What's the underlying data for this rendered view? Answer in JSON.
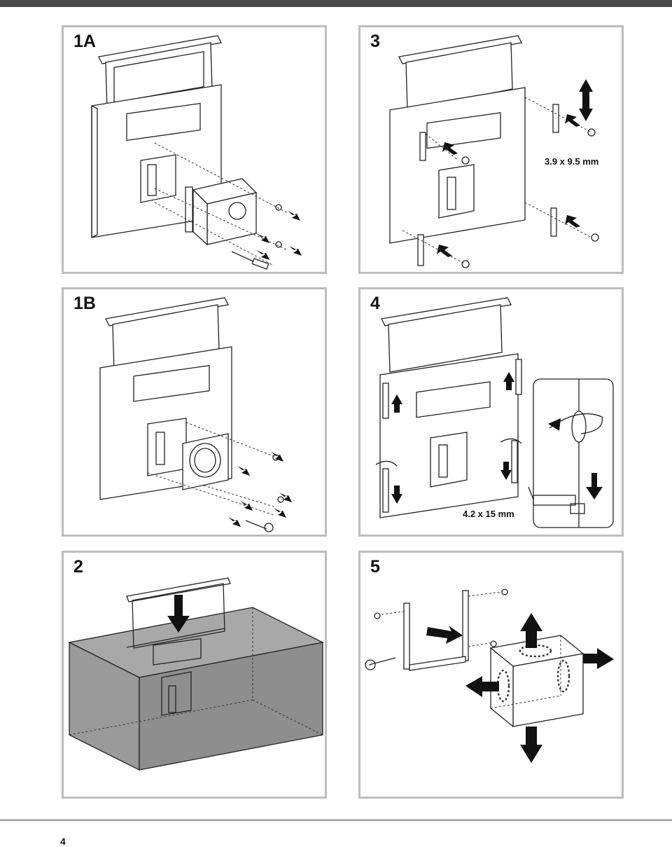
{
  "page_number": "4",
  "panels": [
    {
      "id": "1A",
      "label": "1A"
    },
    {
      "id": "3",
      "label": "3",
      "spec": "3.9 x 9.5 mm"
    },
    {
      "id": "1B",
      "label": "1B"
    },
    {
      "id": "4",
      "label": "4",
      "spec": "4.2 x 15 mm"
    },
    {
      "id": "2",
      "label": "2"
    },
    {
      "id": "5",
      "label": "5"
    }
  ],
  "colors": {
    "frame_border": "#bdbdbd",
    "top_bar": "#4a4a4a",
    "enclosure_fill": "#9a9a9a"
  },
  "icons": [
    "arrow-icon",
    "screw-icon",
    "screwdriver-icon",
    "bracket-icon"
  ]
}
